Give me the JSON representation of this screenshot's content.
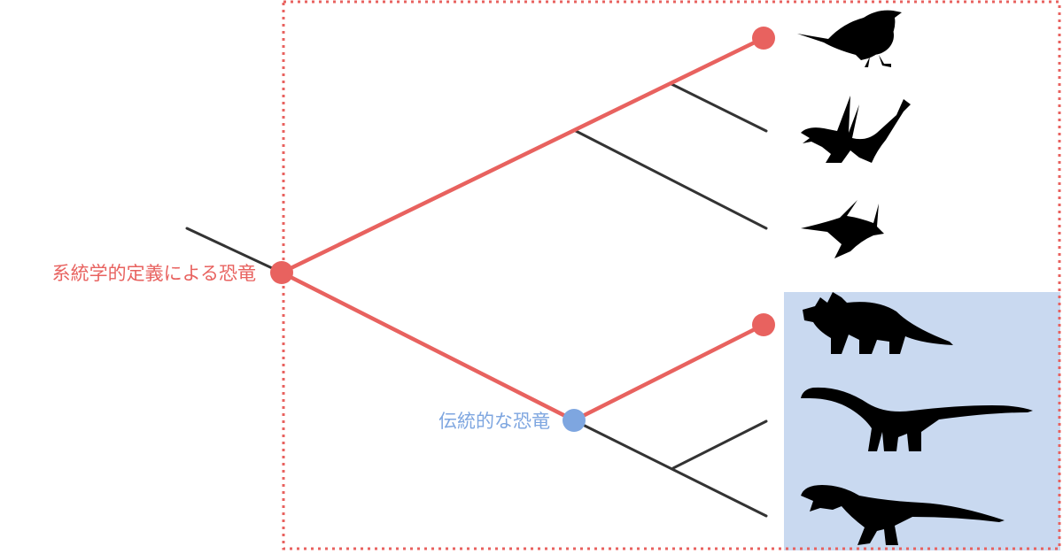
{
  "labels": {
    "phylogenetic_dinosaur": "系統学的定義による恐竜",
    "traditional_dinosaur": "伝統的な恐竜"
  },
  "colors": {
    "phylogenetic": "#e8625f",
    "traditional": "#7ea6e0",
    "branch": "#333333",
    "highlight_box": "#c9d9f0",
    "frame": "#e8625f"
  },
  "taxa": [
    {
      "name": "bird",
      "icon": "bird-icon"
    },
    {
      "name": "pterosaur-dimorphodon",
      "icon": "dimorphodon-icon"
    },
    {
      "name": "pterosaur-pteranodon",
      "icon": "pteranodon-icon"
    },
    {
      "name": "ceratopsian",
      "icon": "ceratopsian-icon"
    },
    {
      "name": "sauropod",
      "icon": "sauropod-icon"
    },
    {
      "name": "theropod",
      "icon": "theropod-icon"
    }
  ]
}
